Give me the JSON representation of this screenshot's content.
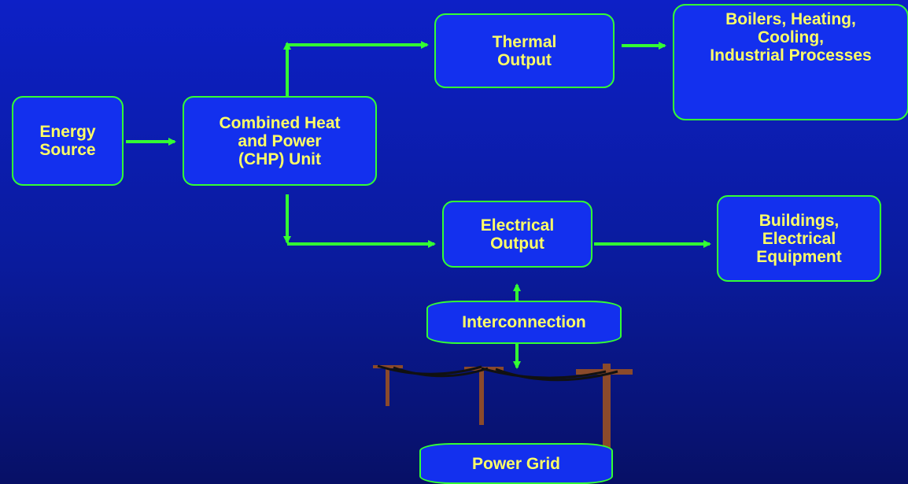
{
  "nodes": {
    "energy_source": "Energy\nSource",
    "chp_unit": "Combined Heat\nand Power\n(CHP) Unit",
    "thermal_output": "Thermal\nOutput",
    "thermal_uses": "Boilers, Heating,\nCooling,\nIndustrial Processes",
    "electrical_output": "Electrical\nOutput",
    "electrical_uses": "Buildings,\nElectrical\nEquipment",
    "interconnection": "Interconnection",
    "power_grid": "Power Grid"
  },
  "colors": {
    "background": "#0d20c6",
    "box_fill": "#1330ee",
    "border_and_arrows": "#33ff33",
    "text": "#ffff66",
    "utility_pole": "#8b4a2b"
  },
  "icons": [
    "utility-poles-icon"
  ]
}
